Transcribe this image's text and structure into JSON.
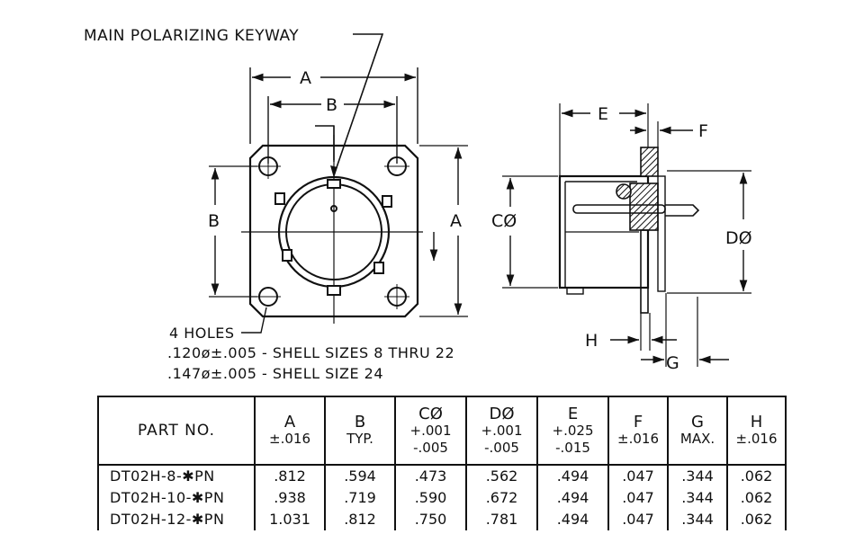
{
  "front_view": {
    "keyway_note": "MAIN POLARIZING KEYWAY",
    "dim_a_top": "A",
    "dim_b_top": "B",
    "dim_b_left": "B",
    "dim_a_right": "A",
    "holes_note_title": "4 HOLES",
    "holes_note_line1": ".120ø±.005 - SHELL SIZES 8 THRU 22",
    "holes_note_line2": ".147ø±.005 - SHELL SIZE 24"
  },
  "side_view": {
    "dim_e": "E",
    "dim_f": "F",
    "dim_c": "CØ",
    "dim_d": "DØ",
    "dim_h": "H",
    "dim_g": "G"
  },
  "table": {
    "headers": [
      {
        "sym": "PART NO.",
        "tol": ""
      },
      {
        "sym": "A",
        "tol": "±.016"
      },
      {
        "sym": "B",
        "tol": "TYP."
      },
      {
        "sym": "CØ",
        "tol": "+.001 -.005"
      },
      {
        "sym": "DØ",
        "tol": "+.001 -.005"
      },
      {
        "sym": "E",
        "tol": "+.025 -.015"
      },
      {
        "sym": "F",
        "tol": "±.016"
      },
      {
        "sym": "G",
        "tol": "MAX."
      },
      {
        "sym": "H",
        "tol": "±.016"
      }
    ],
    "rows": [
      [
        "DT02H-8-✱PN",
        ".812",
        ".594",
        ".473",
        ".562",
        ".494",
        ".047",
        ".344",
        ".062"
      ],
      [
        "DT02H-10-✱PN",
        ".938",
        ".719",
        ".590",
        ".672",
        ".494",
        ".047",
        ".344",
        ".062"
      ],
      [
        "DT02H-12-✱PN",
        "1.031",
        ".812",
        ".750",
        ".781",
        ".494",
        ".047",
        ".344",
        ".062"
      ]
    ]
  }
}
